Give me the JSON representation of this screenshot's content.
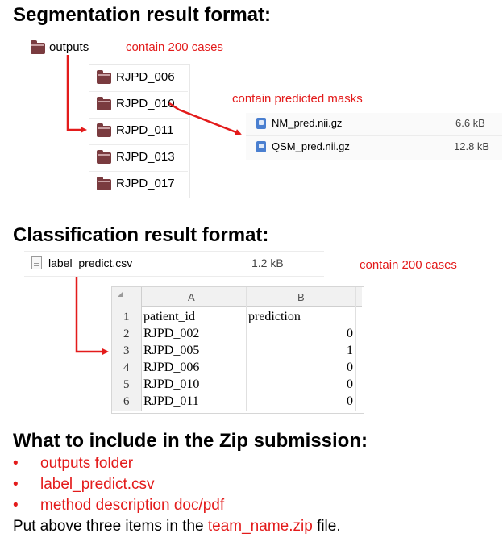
{
  "segmentation": {
    "heading": "Segmentation result format:",
    "root_folder": "outputs",
    "root_note": "contain 200 cases",
    "case_folders": [
      "RJPD_006",
      "RJPD_010",
      "RJPD_011",
      "RJPD_013",
      "RJPD_017"
    ],
    "mask_note": "contain predicted masks",
    "files": [
      {
        "name": "NM_pred.nii.gz",
        "size": "6.6 kB"
      },
      {
        "name": "QSM_pred.nii.gz",
        "size": "12.8 kB"
      }
    ]
  },
  "classification": {
    "heading": "Classification result format:",
    "file_name": "label_predict.csv",
    "file_size": "1.2 kB",
    "note": "contain 200 cases",
    "sheet": {
      "columns": [
        "A",
        "B"
      ],
      "rows": [
        {
          "num": "1",
          "a": "patient_id",
          "b": "prediction"
        },
        {
          "num": "2",
          "a": "RJPD_002",
          "b": "0"
        },
        {
          "num": "3",
          "a": "RJPD_005",
          "b": "1"
        },
        {
          "num": "4",
          "a": "RJPD_006",
          "b": "0"
        },
        {
          "num": "5",
          "a": "RJPD_010",
          "b": "0"
        },
        {
          "num": "6",
          "a": "RJPD_011",
          "b": "0"
        }
      ]
    }
  },
  "submission": {
    "heading": "What to include in the Zip submission:",
    "bullet": "•",
    "items": [
      "outputs folder",
      "label_predict.csv",
      "method description doc/pdf"
    ],
    "footer_before": "Put above three items in the ",
    "footer_highlight": "team_name.zip",
    "footer_after": " file."
  },
  "colors": {
    "accent_red": "#e31b1b",
    "folder": "#7a3b3f",
    "file_blue": "#4a7fd0"
  }
}
